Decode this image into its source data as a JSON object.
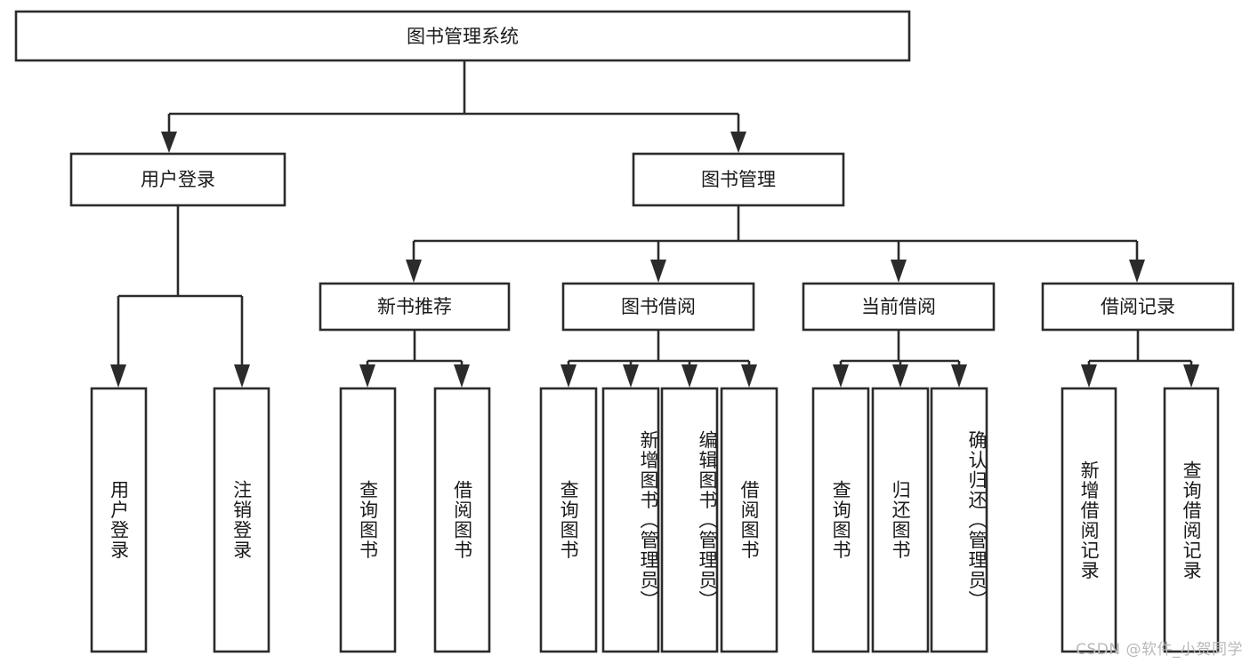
{
  "diagram": {
    "type": "tree",
    "title": "图书管理系统",
    "orientation": "top-down",
    "colors": {
      "box_stroke": "#2b2b2b",
      "box_fill": "#ffffff",
      "text": "#1a1a1a",
      "background": "#ffffff",
      "watermark": "#b9b9b9"
    },
    "root": {
      "label": "图书管理系统"
    },
    "level2": [
      {
        "label": "用户登录"
      },
      {
        "label": "图书管理"
      }
    ],
    "level3": [
      {
        "label": "新书推荐"
      },
      {
        "label": "图书借阅"
      },
      {
        "label": "当前借阅"
      },
      {
        "label": "借阅记录"
      }
    ],
    "leaves": {
      "user_login": [
        {
          "label": "用户登录"
        },
        {
          "label": "注销登录"
        }
      ],
      "new_book_recommend": [
        {
          "label": "查询图书"
        },
        {
          "label": "借阅图书"
        }
      ],
      "book_borrow": [
        {
          "label": "查询图书"
        },
        {
          "label": "新增图书（管理员）"
        },
        {
          "label": "编辑图书（管理员）"
        },
        {
          "label": "借阅图书"
        }
      ],
      "current_borrow": [
        {
          "label": "查询图书"
        },
        {
          "label": "归还图书"
        },
        {
          "label": "确认归还（管理员）"
        }
      ],
      "borrow_record": [
        {
          "label": "新增借阅记录"
        },
        {
          "label": "查询借阅记录"
        }
      ]
    }
  },
  "watermark": {
    "text": "CSDN @软件_小贺同学"
  }
}
